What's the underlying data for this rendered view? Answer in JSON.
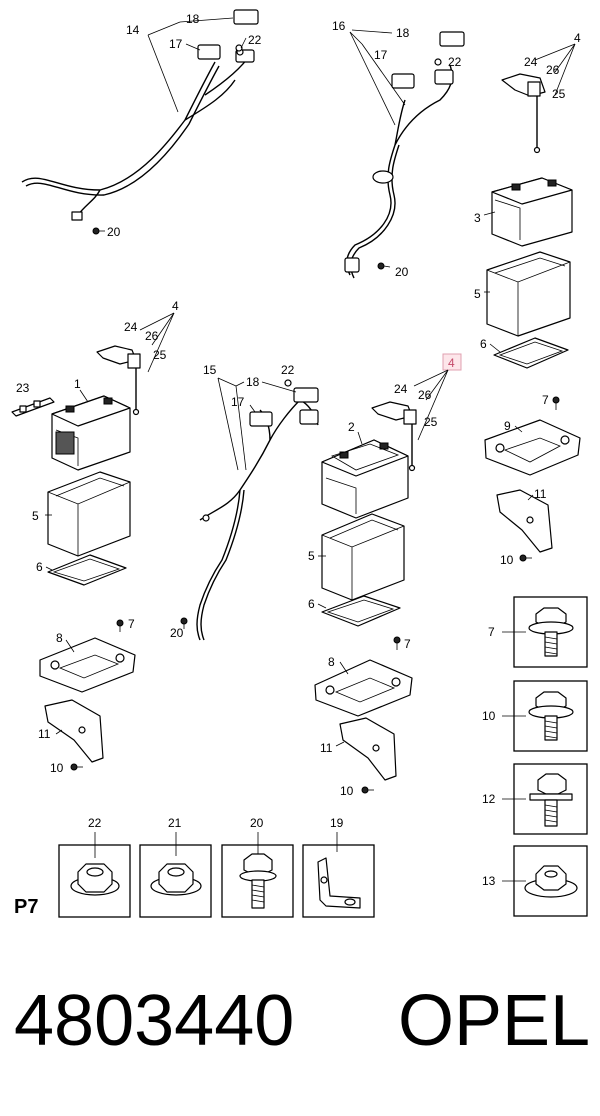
{
  "callouts": {
    "c1": "1",
    "c2": "2",
    "c3": "3",
    "c4a": "4",
    "c4b": "4",
    "c4c": "4",
    "c5a": "5",
    "c5b": "5",
    "c5c": "5",
    "c6a": "6",
    "c6b": "6",
    "c6c": "6",
    "c7a": "7",
    "c7b": "7",
    "c7c": "7",
    "c7d": "7",
    "c8a": "8",
    "c8b": "8",
    "c9": "9",
    "c10a": "10",
    "c10b": "10",
    "c10c": "10",
    "c10d": "10",
    "c11a": "11",
    "c11b": "11",
    "c11c": "11",
    "c12": "12",
    "c13": "13",
    "c14": "14",
    "c15": "15",
    "c16": "16",
    "c17a": "17",
    "c17b": "17",
    "c17c": "17",
    "c18a": "18",
    "c18b": "18",
    "c18c": "18",
    "c19": "19",
    "c20a": "20",
    "c20b": "20",
    "c20c": "20",
    "c20d": "20",
    "c21": "21",
    "c22a": "22",
    "c22b": "22",
    "c22c": "22",
    "c22d": "22",
    "c23": "23",
    "c24a": "24",
    "c24b": "24",
    "c24c": "24",
    "c25a": "25",
    "c25b": "25",
    "c25c": "25",
    "c26a": "26",
    "c26b": "26",
    "c26c": "26"
  },
  "page_label": "P7",
  "part_number": "4803440",
  "brand": "OPEL",
  "highlight_color": "#fde6ea"
}
